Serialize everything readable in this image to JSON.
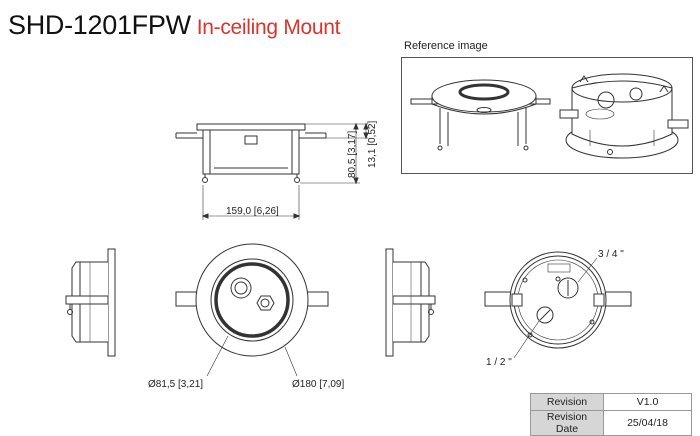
{
  "header": {
    "model": "SHD-1201FPW",
    "subtitle": "In-ceiling Mount",
    "subtitle_color": "#d9342b"
  },
  "reference": {
    "label": "Reference image"
  },
  "dimensions": {
    "width": "159,0 [6,26]",
    "height_total": "80,5 [3,17]",
    "height_flange": "13,1 [0,52]",
    "inner_diameter": "Ø81,5 [3,21]",
    "outer_diameter": "Ø180 [7,09]",
    "thread_3_4": "3 / 4 \"",
    "thread_1_2": "1 / 2 \""
  },
  "revision_table": {
    "rows": [
      {
        "label": "Revision",
        "value": "V1.0"
      },
      {
        "label": "Revision Date",
        "value": "25/04/18"
      }
    ]
  }
}
